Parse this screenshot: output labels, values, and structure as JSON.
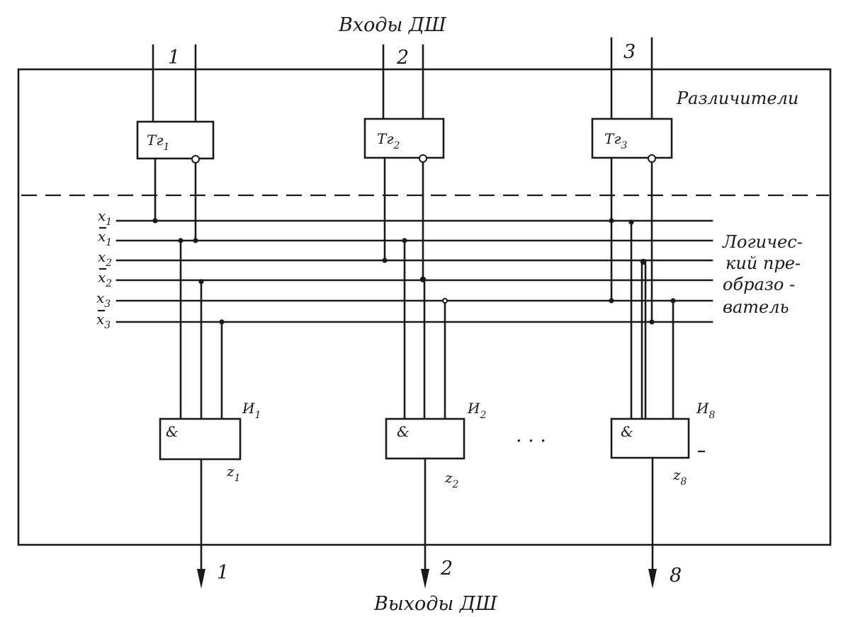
{
  "inputs_title": "Входы ДШ",
  "outputs_title": "Выходы ДШ",
  "discriminators_label": "Различители",
  "logic_converter_label": [
    "Логичес-",
    "кий пре-",
    "образо -",
    "ватель"
  ],
  "inputs": [
    {
      "number": "1",
      "trigger": "Тг",
      "sub": "1"
    },
    {
      "number": "2",
      "trigger": "Тг",
      "sub": "2"
    },
    {
      "number": "3",
      "trigger": "Тг",
      "sub": "3"
    }
  ],
  "buses": [
    {
      "base": "x",
      "sub": "1",
      "bar": false
    },
    {
      "base": "x",
      "sub": "1",
      "bar": true
    },
    {
      "base": "x",
      "sub": "2",
      "bar": false
    },
    {
      "base": "x",
      "sub": "2",
      "bar": true
    },
    {
      "base": "x",
      "sub": "3",
      "bar": false
    },
    {
      "base": "x",
      "sub": "3",
      "bar": true
    }
  ],
  "gates": [
    {
      "symbol": "&",
      "name": "И",
      "name_sub": "1",
      "out": "z",
      "out_sub": "1",
      "output_number": "1"
    },
    {
      "symbol": "&",
      "name": "И",
      "name_sub": "2",
      "out": "z",
      "out_sub": "2",
      "output_number": "2"
    },
    {
      "symbol": "&",
      "name": "И",
      "name_sub": "8",
      "out": "z",
      "out_sub": "8",
      "output_number": "8"
    }
  ],
  "ellipsis": ". . ."
}
